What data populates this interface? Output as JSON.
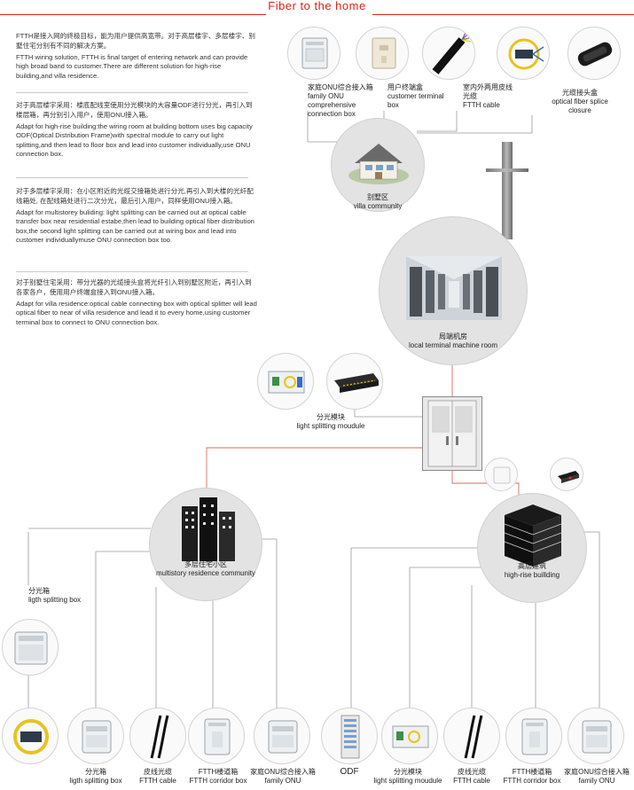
{
  "header": {
    "title": "Fiber to the home"
  },
  "text_blocks": [
    {
      "cn": "FTTH是接入网的终极目标，能为用户提供高宽带。对于高层楼宇、多层楼宇、别墅住宅分别有不同的解决方案。",
      "en": "FTTH wiring solution, FTTH is final target of entering network and can provide high broad band to customer.There are different solution for high-rise building,and villa residence."
    },
    {
      "cn": "对于高层楼宇采用：楼底配线室使用分光模块的大容量ODF进行分光，再引入到楼层箱，再分别引入用户，使用ONU接入箱。",
      "en": "Adapt for high-rise building:the wiring room at building bottom uses big capacity ODF(Optical Distribution Frame)with spectral module to carry out light splitting,and then lead to floor box and lead into customer individually,use ONU connection box."
    },
    {
      "cn": "对于多层楼宇采用：在小区附近的光缆交接箱处进行分光,再引入到大楼的光纤配线箱处, 在配线箱处进行二次分光，最后引入用户，同样使用ONU接入箱。",
      "en": "Adapt for multistorey buliding: light  splitting can  be carried out at optical cable transfer box near residential estabe,then lead to building optical fiber distribution box,the second light splitting can be carried out at wiring box and lead into customer individuallymuse ONU connection box too."
    },
    {
      "cn": "对于别墅住宅采用：带分光器的光缆接头盒将光纤引入到别墅区附近，再引入到各家各户，使用用户终端盒接入到ONU接入箱。",
      "en": "Adapt for villa residence:optical cable connecting box with optical splitter will lead optical fiber to near of villa residence and lead it to every home,using customer terminal box to connect to ONU connection box."
    }
  ],
  "villa_row": {
    "onu_box": {
      "cn": "家庭ONU综合接入箱",
      "en": "family ONU comprehensive connection box"
    },
    "terminal_box": {
      "cn": "用户终端盒",
      "en": "customer terminal box"
    },
    "cable": {
      "cn": "室内外两用皮线光缆",
      "en": "FTTH cable"
    },
    "closure": {
      "cn": "光缆接头盒",
      "en": "optical fiber splice closure"
    }
  },
  "villa_community": {
    "cn": "别墅区",
    "en": "villa community"
  },
  "local_room": {
    "cn": "局端机房",
    "en": "local terminal machine room"
  },
  "splitting_module": {
    "cn": "分光模块",
    "en": "light splitting moudule"
  },
  "multistory": {
    "cn": "多层住宅小区",
    "en": "multistory residence community"
  },
  "highrise": {
    "cn": "高层建筑",
    "en": "high-rise buillding"
  },
  "split_box_label": {
    "cn": "分光箱",
    "en": "ligth splitting box"
  },
  "bottom_left": [
    {
      "cn": "分光箱",
      "en": "ligth splitting box"
    },
    {
      "cn": "皮线光缆",
      "en": "FTTH cable"
    },
    {
      "cn": "FTTH楼道箱",
      "en": "FTTH corridor box"
    },
    {
      "cn": "家庭ONU综合接入箱",
      "en": "family ONU"
    }
  ],
  "bottom_right": [
    {
      "cn": "",
      "en": "ODF"
    },
    {
      "cn": "分光模块",
      "en": "light splitting moudule"
    },
    {
      "cn": "皮线光缆",
      "en": "FTTH cable"
    },
    {
      "cn": "FTTH楼道箱",
      "en": "FTTH corridor box"
    },
    {
      "cn": "家庭ONU综合接入箱",
      "en": "family ONU"
    }
  ],
  "colors": {
    "accent": "#d6251b",
    "line_red": "#d86b63",
    "line_grey": "#9a9a9a",
    "circle_big": "#e3e3e3"
  },
  "icons": [
    "onu-box-icon",
    "terminal-box-icon",
    "cable-reel-icon",
    "splitter-icon",
    "splice-closure-icon",
    "villa-house-icon",
    "server-room-icon",
    "splitter-module-icon",
    "rack-odf-icon",
    "cabinet-icon",
    "apartment-buildings-icon",
    "highrise-building-icon",
    "router-icon"
  ]
}
